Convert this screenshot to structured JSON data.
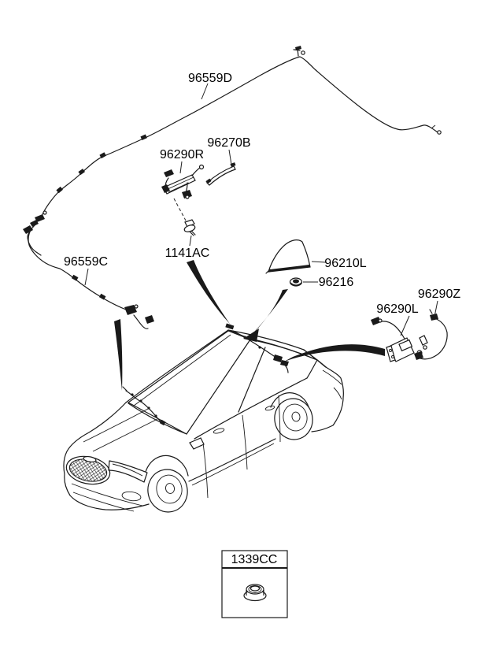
{
  "canvas": {
    "background": "#ffffff",
    "ink": "#1a1a1a"
  },
  "labels": {
    "cable_roof": "96559D",
    "amp_front": "96290R",
    "trim_strip": "96270B",
    "bolt": "1141AC",
    "fin_antenna": "96210L",
    "nut": "96216",
    "cable_windshield": "96559C",
    "amp_rear": "96290L",
    "cable_rear": "96290Z",
    "legend_code": "1339CC"
  }
}
